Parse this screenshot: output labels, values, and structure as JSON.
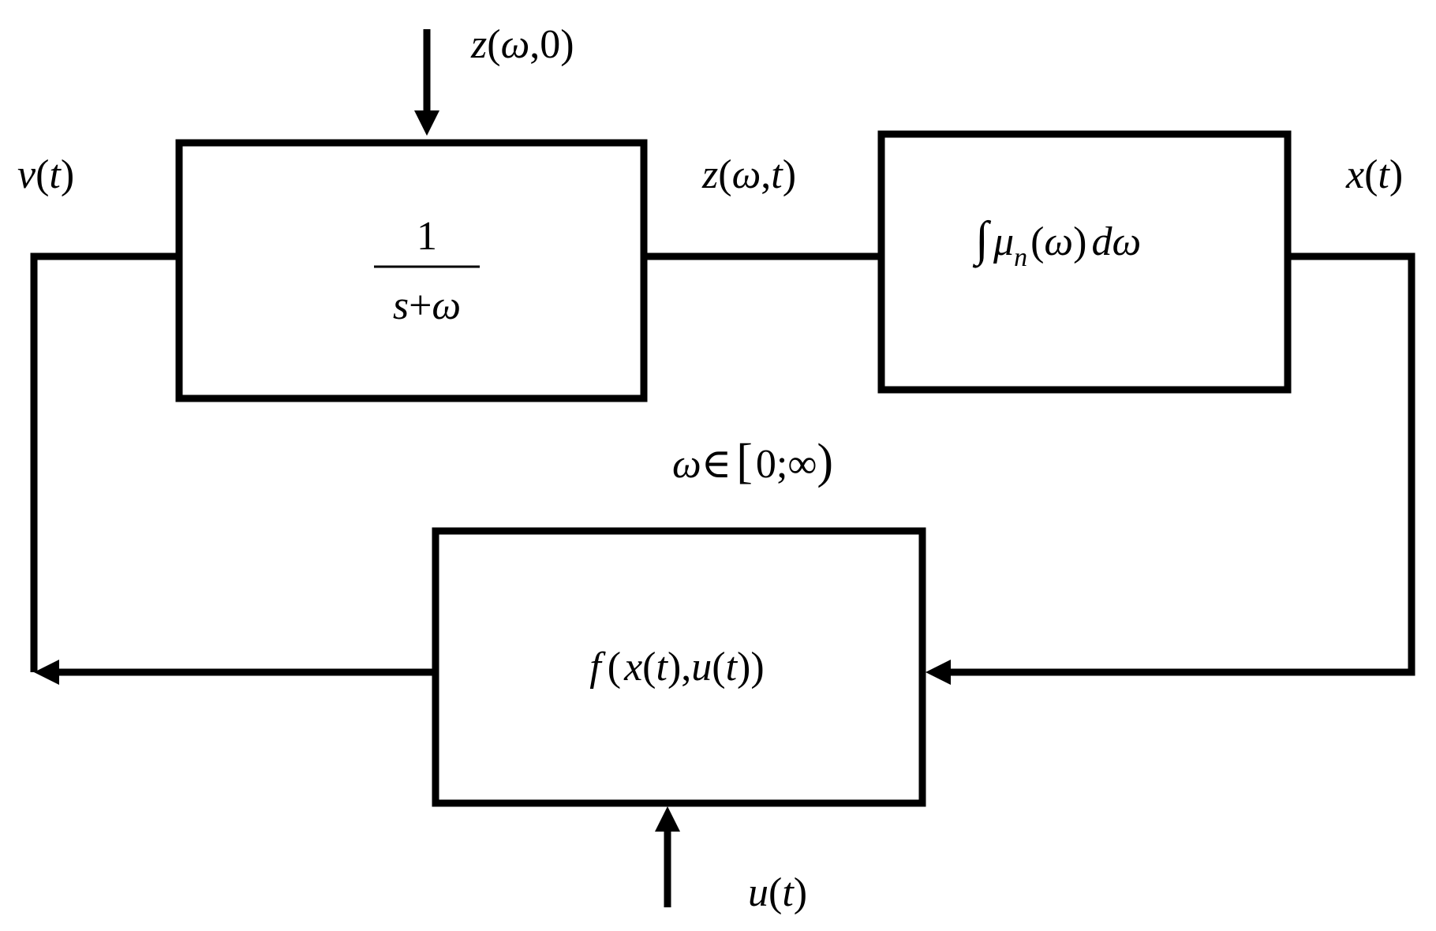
{
  "diagram": {
    "signals": {
      "initial_state": {
        "fn": "z",
        "open": "(",
        "arg1": "ω",
        "sep": ",",
        "arg2": "0",
        "close": ")"
      },
      "input_v": {
        "fn": "v",
        "open": "(",
        "arg": "t",
        "close": ")"
      },
      "state_z": {
        "fn": "z",
        "open": "(",
        "arg1": "ω",
        "sep": ",",
        "arg2": "t",
        "close": ")"
      },
      "output_x": {
        "fn": "x",
        "open": "(",
        "arg": "t",
        "close": ")"
      },
      "domain": {
        "var": "ω",
        "op": "∈",
        "open": "[",
        "lo": "0",
        "sep": ";",
        "hi": "∞",
        "close": ")"
      },
      "input_u": {
        "fn": "u",
        "open": "(",
        "arg": "t",
        "close": ")"
      }
    },
    "blocks": {
      "transfer": {
        "numerator": "1",
        "den_s": "s",
        "den_plus": "+",
        "den_w": "ω"
      },
      "integral": {
        "integral": "∫",
        "mu": "μ",
        "sub": "n",
        "open": "(",
        "arg": "ω",
        "close": ")",
        "d": "d",
        "w": "ω"
      },
      "feedback": {
        "f": "f",
        "open1": "(",
        "x": "x",
        "open2": "(",
        "t1": "t",
        "close2": ")",
        "comma": ",",
        "u": "u",
        "open3": "(",
        "t2": "t",
        "close3": ")",
        "close1": ")"
      }
    },
    "colors": {
      "stroke": "#000000",
      "background": "#ffffff"
    }
  }
}
